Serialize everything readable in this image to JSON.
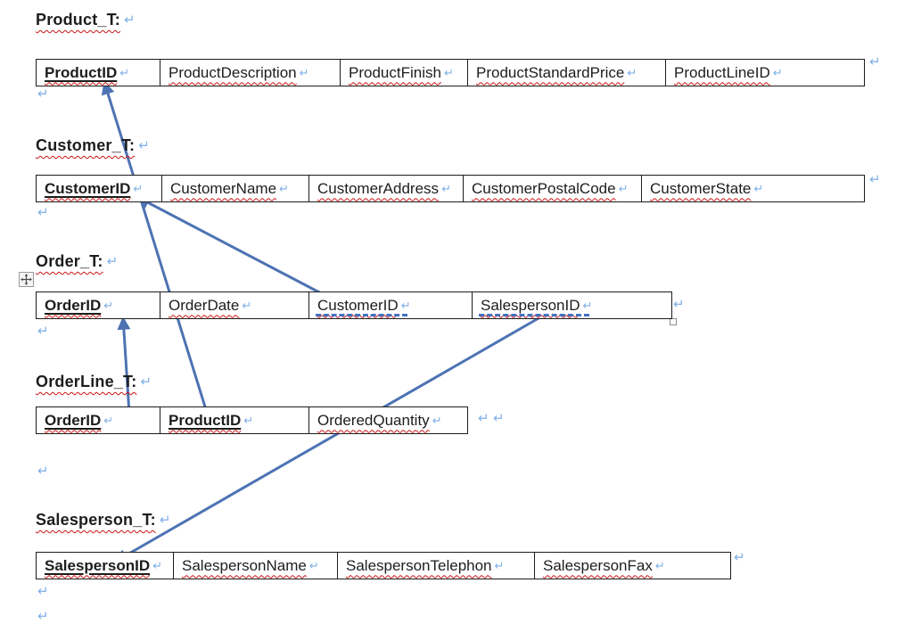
{
  "document": {
    "glyphs": {
      "pilcrow": "↵"
    },
    "colors": {
      "arrow": "#4d73b3",
      "pilcrow_mark": "#7fb0e6",
      "spellcheck_squiggle": "#cc1414",
      "format_dash_underline": "#4472c4",
      "table_border": "#1c1c1c",
      "text": "#1d1d1d"
    },
    "tables": [
      {
        "name": "Product_T",
        "heading": "Product_T:",
        "columns": [
          {
            "label": "ProductID",
            "pk": true
          },
          {
            "label": "ProductDescription"
          },
          {
            "label": "ProductFinish"
          },
          {
            "label": "ProductStandardPrice"
          },
          {
            "label": "ProductLineID"
          }
        ]
      },
      {
        "name": "Customer_T",
        "heading": "Customer_T:",
        "columns": [
          {
            "label": "CustomerID",
            "pk": true
          },
          {
            "label": "CustomerName"
          },
          {
            "label": "CustomerAddress"
          },
          {
            "label": "CustomerPostalCode"
          },
          {
            "label": "CustomerState"
          }
        ]
      },
      {
        "name": "Order_T",
        "heading": "Order_T:",
        "columns": [
          {
            "label": "OrderID",
            "pk": true
          },
          {
            "label": "OrderDate"
          },
          {
            "label": "CustomerID",
            "dash": true
          },
          {
            "label": "SalespersonID",
            "dash": true
          }
        ]
      },
      {
        "name": "OrderLine_T",
        "heading": "OrderLine_T:",
        "columns": [
          {
            "label": "OrderID",
            "pk": true
          },
          {
            "label": "ProductID",
            "pk": true
          },
          {
            "label": "OrderedQuantity"
          }
        ]
      },
      {
        "name": "Salesperson_T",
        "heading": "Salesperson_T:",
        "columns": [
          {
            "label": "SalespersonID",
            "pk": true
          },
          {
            "label": "SalespersonName"
          },
          {
            "label": "SalespersonTelephon"
          },
          {
            "label": "SalespersonFax"
          }
        ]
      }
    ],
    "relationships": [
      {
        "label": "OrderLine_T.ProductID → Product_T.ProductID"
      },
      {
        "label": "Order_T.CustomerID → Customer_T.CustomerID"
      },
      {
        "label": "OrderLine_T.OrderID → Order_T.OrderID"
      },
      {
        "label": "Order_T.SalespersonID → Salesperson_T.SalespersonID"
      }
    ]
  }
}
